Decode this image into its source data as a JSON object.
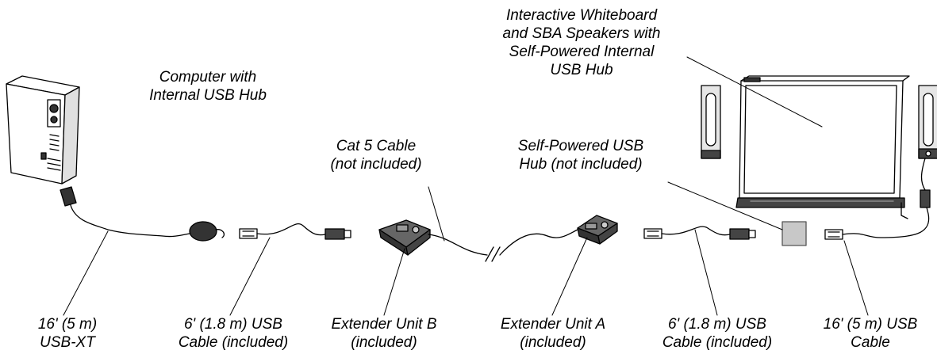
{
  "labels": {
    "computer": [
      "Computer with",
      "Internal USB Hub"
    ],
    "whiteboard": [
      "Interactive Whiteboard",
      "and SBA Speakers with",
      "Self-Powered Internal",
      "USB Hub"
    ],
    "cat5": [
      "Cat 5 Cable",
      "(not included)"
    ],
    "hub": [
      "Self-Powered USB",
      "Hub (not included)"
    ],
    "usbxt": [
      "16' (5 m)",
      "USB-XT"
    ],
    "cable1": [
      "6' (1.8 m) USB",
      "Cable (included)"
    ],
    "unit_b": [
      "Extender Unit B",
      "(included)"
    ],
    "unit_a": [
      "Extender Unit A",
      "(included)"
    ],
    "cable2": [
      "6' (1.8 m) USB",
      "Cable (included)"
    ],
    "cable3": [
      "16' (5 m) USB",
      "Cable"
    ]
  },
  "colors": {
    "line": "#000000",
    "device_fill": "#ffffff",
    "hub_fill": "#c8c8c8",
    "extender_fill": "#5a5a5a",
    "speaker_fill": "#e6e6e6"
  }
}
